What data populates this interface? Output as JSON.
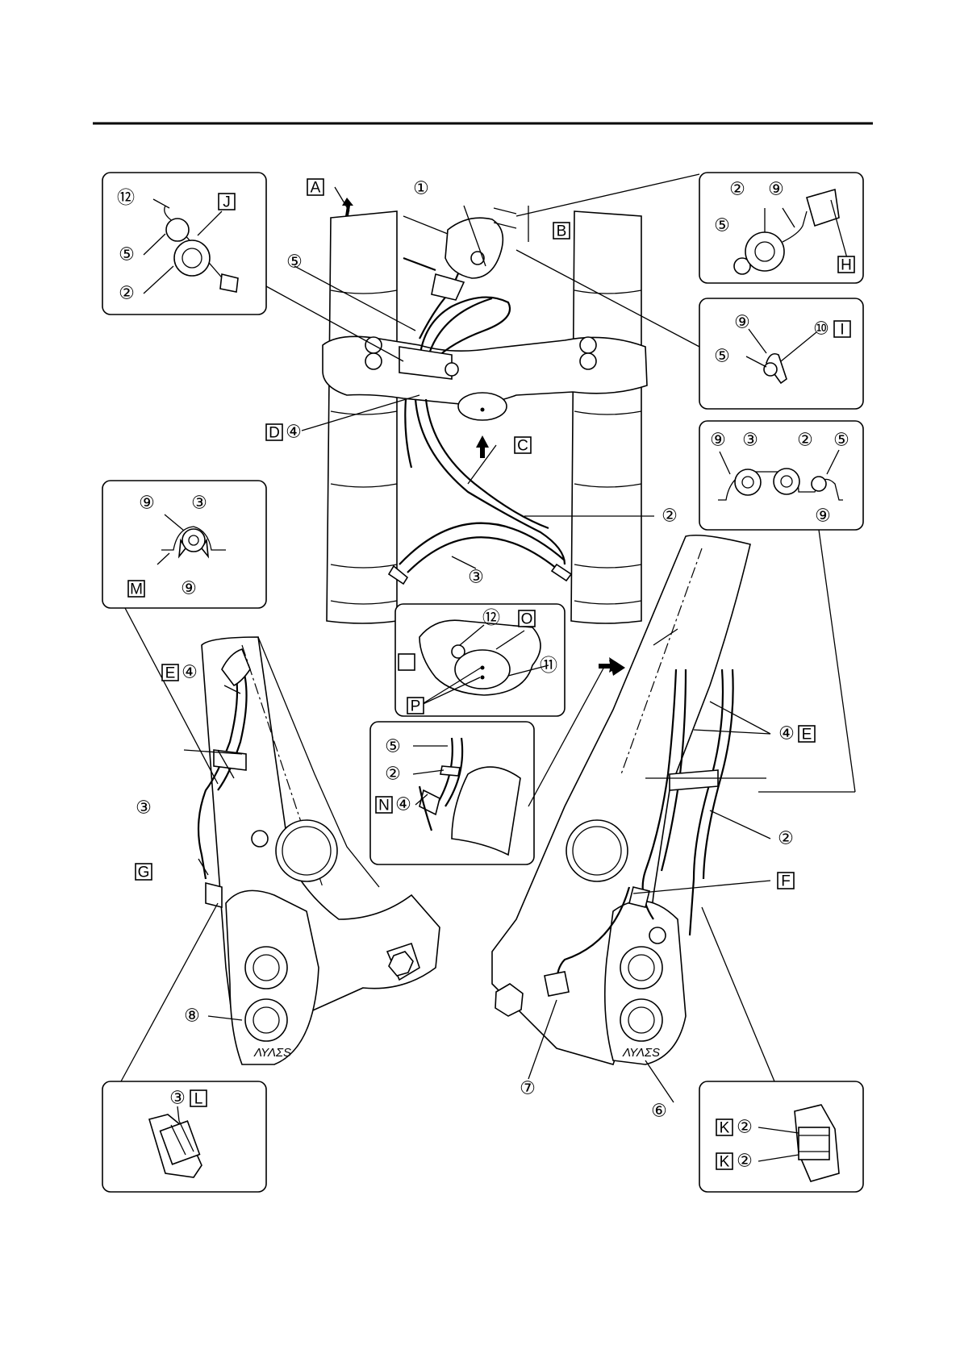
{
  "reference_letters": {
    "A": "A",
    "B": "B",
    "C": "C",
    "D": "D",
    "E": "E",
    "F": "F",
    "G": "G",
    "H": "H",
    "I": "I",
    "J": "J",
    "K": "K",
    "L": "L",
    "M": "M",
    "N": "N",
    "O": "O",
    "P": "P",
    "blank": ""
  },
  "part_numbers": {
    "p1": "①",
    "p2": "②",
    "p3": "③",
    "p4": "④",
    "p5": "⑤",
    "p6": "⑥",
    "p7": "⑦",
    "p8": "⑧",
    "p9": "⑨",
    "p10": "⑩",
    "p11": "⑪",
    "p12": "⑫"
  },
  "brand_marking": "ΛΥΛΣS"
}
